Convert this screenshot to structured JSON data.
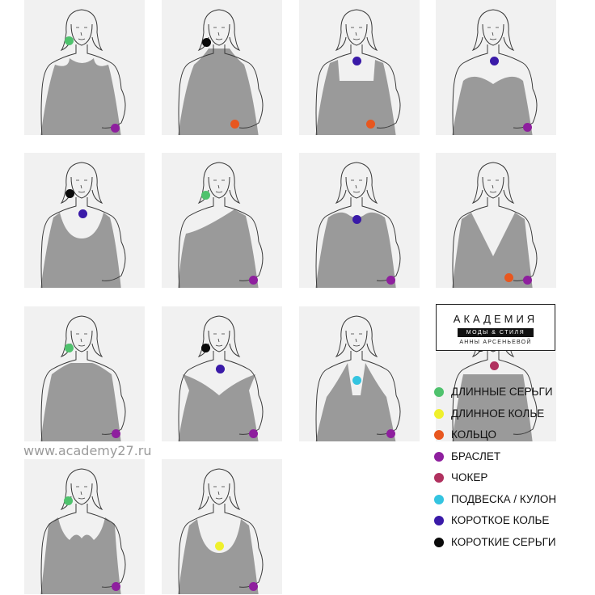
{
  "colors": {
    "long_earrings": "#4fc26d",
    "long_necklace": "#eff02c",
    "ring": "#e8571f",
    "bracelet": "#8e1f9e",
    "choker": "#b0315f",
    "pendant": "#34c4e0",
    "short_necklace": "#3a1aa8",
    "short_earrings": "#0a0a0a"
  },
  "panels": [
    {
      "neckline": "tank",
      "dots": [
        {
          "kind": "long_earrings"
        },
        {
          "kind": "bracelet"
        }
      ]
    },
    {
      "neckline": "high-neck",
      "dots": [
        {
          "kind": "short_earrings"
        },
        {
          "kind": "ring"
        }
      ]
    },
    {
      "neckline": "square",
      "dots": [
        {
          "kind": "short_necklace"
        },
        {
          "kind": "ring"
        }
      ]
    },
    {
      "neckline": "strapless",
      "dots": [
        {
          "kind": "short_necklace"
        },
        {
          "kind": "bracelet"
        }
      ]
    },
    {
      "neckline": "scoop",
      "dots": [
        {
          "kind": "short_earrings"
        },
        {
          "kind": "short_necklace"
        }
      ]
    },
    {
      "neckline": "one-shoulder",
      "dots": [
        {
          "kind": "long_earrings"
        },
        {
          "kind": "bracelet"
        }
      ]
    },
    {
      "neckline": "crew",
      "dots": [
        {
          "kind": "short_necklace"
        },
        {
          "kind": "bracelet"
        }
      ]
    },
    {
      "neckline": "v-neck",
      "dots": [
        {
          "kind": "ring"
        },
        {
          "kind": "bracelet"
        }
      ]
    },
    {
      "neckline": "illusion",
      "dots": [
        {
          "kind": "long_earrings"
        },
        {
          "kind": "bracelet"
        }
      ]
    },
    {
      "neckline": "off-shoulder",
      "dots": [
        {
          "kind": "short_earrings"
        },
        {
          "kind": "short_necklace"
        },
        {
          "kind": "bracelet"
        }
      ]
    },
    {
      "neckline": "halter",
      "dots": [
        {
          "kind": "pendant"
        },
        {
          "kind": "bracelet"
        }
      ]
    },
    {
      "neckline": "bandeau",
      "dots": [
        {
          "kind": "short_earrings"
        },
        {
          "kind": "choker"
        }
      ]
    },
    {
      "neckline": "sweetheart-strap",
      "dots": [
        {
          "kind": "long_earrings"
        },
        {
          "kind": "bracelet"
        }
      ]
    },
    {
      "neckline": "round-low",
      "dots": [
        {
          "kind": "long_necklace"
        },
        {
          "kind": "bracelet"
        }
      ]
    }
  ],
  "logo": {
    "line1": "АКАДЕМИЯ",
    "line2": "МОДЫ & СТИЛЯ",
    "line3": "АННЫ АРСЕНЬЕВОЙ"
  },
  "legend": [
    {
      "kind": "long_earrings",
      "label": "ДЛИННЫЕ СЕРЬГИ"
    },
    {
      "kind": "long_necklace",
      "label": "ДЛИННОЕ КОЛЬЕ"
    },
    {
      "kind": "ring",
      "label": "КОЛЬЦО"
    },
    {
      "kind": "bracelet",
      "label": "БРАСЛЕТ"
    },
    {
      "kind": "choker",
      "label": "ЧОКЕР"
    },
    {
      "kind": "pendant",
      "label": "ПОДВЕСКА / КУЛОН"
    },
    {
      "kind": "short_necklace",
      "label": "КОРОТКОЕ КОЛЬЕ"
    },
    {
      "kind": "short_earrings",
      "label": "КОРОТКИЕ СЕРЬГИ"
    }
  ],
  "watermark": "www.academy27.ru"
}
